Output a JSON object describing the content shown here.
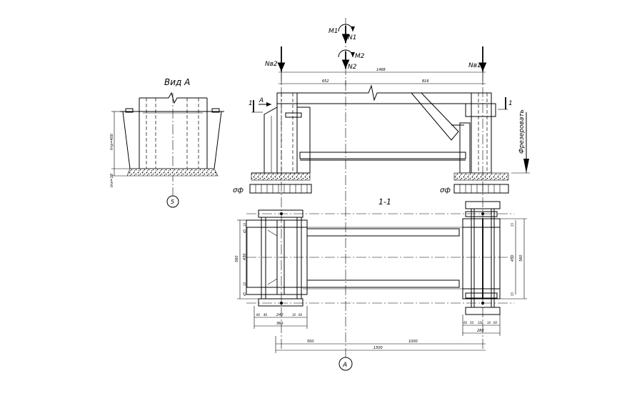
{
  "view_a": {
    "title": "Вид А",
    "dim_top": "hтр=400",
    "dim_bottom": "tпл=18",
    "axis_mark": "5"
  },
  "loads": {
    "m1": "M1",
    "n1": "N1",
    "m2": "M2",
    "n2": "N2",
    "nv2": "Nв2",
    "nv1": "Nв1"
  },
  "elevation": {
    "dim_total": "1468",
    "dim_left": "652",
    "dim_right": "816",
    "section_left": "1",
    "section_right": "1",
    "view_arrow": "А",
    "milling_note": "Фрезеровать",
    "stress_left": "σф",
    "stress_right": "σф"
  },
  "section": {
    "title": "1-1",
    "left_dims": {
      "total": "560",
      "inner": "430",
      "top_a": "10",
      "top_b": "45",
      "bot_a": "10",
      "bot_b": "45"
    },
    "right_dims": {
      "total": "560",
      "inner": "450",
      "top": "55",
      "bot": "55"
    },
    "left_bottom": {
      "d1": "60",
      "d2": "40",
      "d3": "240",
      "d4": "10",
      "d5": "60",
      "total": "360"
    },
    "right_bottom": {
      "d1": "60",
      "d2": "50",
      "d3": "100",
      "d4": "10",
      "d5": "60",
      "total": "280"
    },
    "plan_left": "500",
    "plan_right": "1000",
    "plan_total": "1500",
    "axis_mark": "А"
  }
}
